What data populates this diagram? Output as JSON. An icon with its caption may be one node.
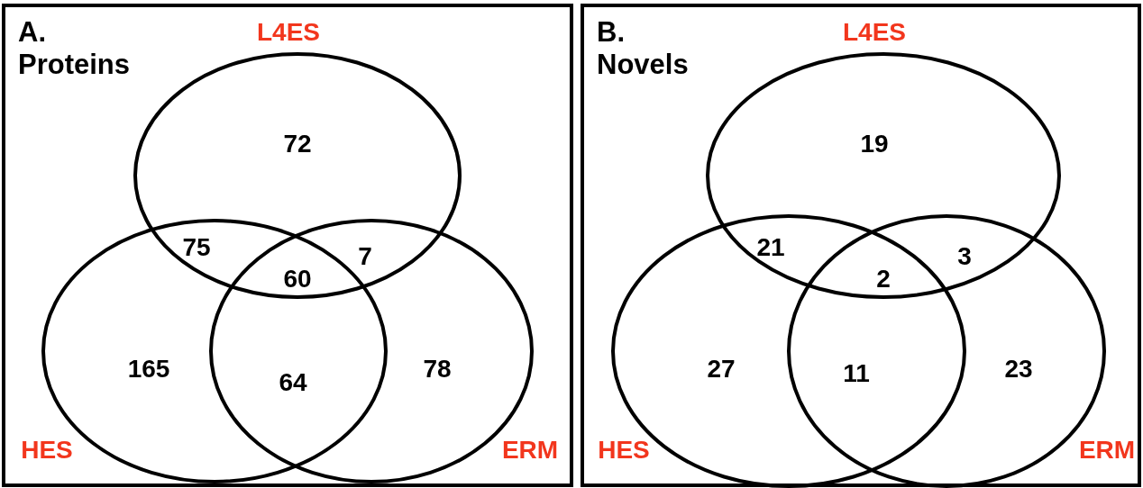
{
  "diagram": {
    "nodes": [
      {
        "text": [
          "A. Proteins"
        ]
      },
      {
        "text": [
          "L4ES"
        ],
        "in": 0
      },
      {
        "text": [
          "HES"
        ],
        "in": 0
      },
      {
        "text": [
          "ERM"
        ],
        "in": 0
      },
      {
        "text": [
          "B. Novels"
        ]
      },
      {
        "text": [
          "L4ES"
        ],
        "in": 4
      },
      {
        "text": [
          "HES"
        ],
        "in": 4
      },
      {
        "text": [
          "ERM"
        ],
        "in": 4
      }
    ],
    "edges": [],
    "labels": [
      "72",
      "75",
      "60",
      "7",
      "165",
      "64",
      "78",
      "19",
      "21",
      "2",
      "3",
      "27",
      "11",
      "23"
    ]
  }
}
